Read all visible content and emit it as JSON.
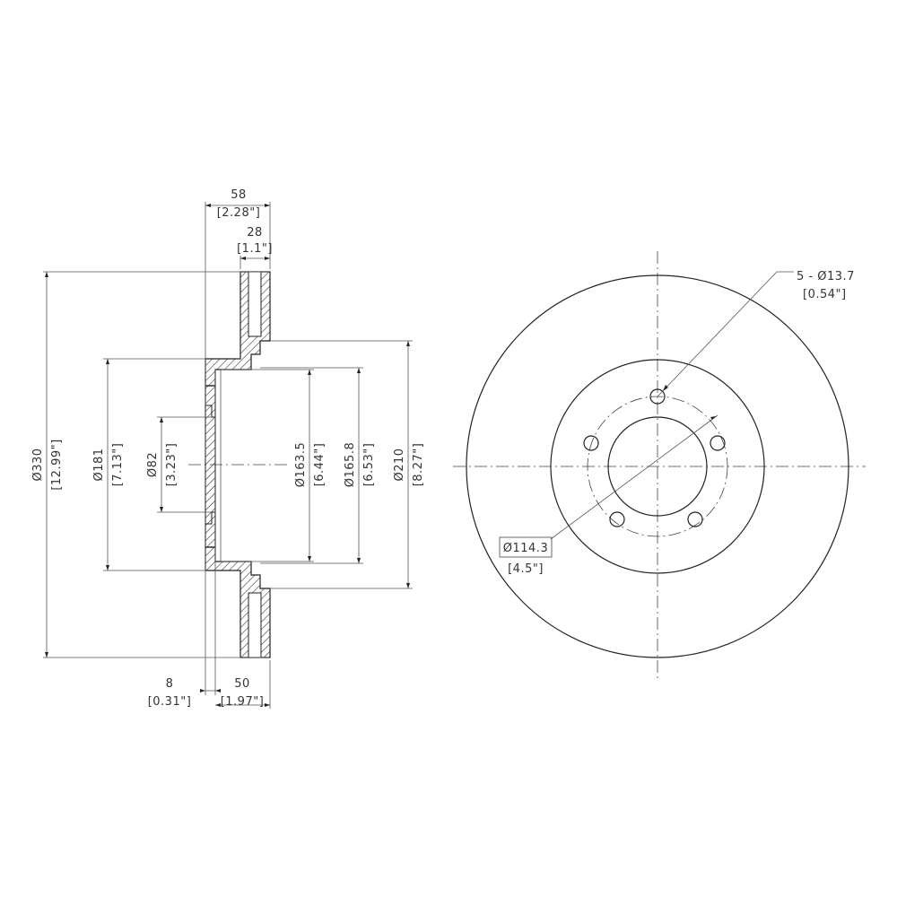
{
  "dimensions": {
    "total_width": {
      "mm": "58",
      "inch": "[2.28\"]"
    },
    "disc_thickness": {
      "mm": "28",
      "inch": "[1.1\"]"
    },
    "outer_diameter": {
      "mm": "Ø330",
      "inch": "[12.99\"]"
    },
    "hat_diameter": {
      "mm": "Ø181",
      "inch": "[7.13\"]"
    },
    "center_bore": {
      "mm": "Ø82",
      "inch": "[3.23\"]"
    },
    "inner_diameter_a": {
      "mm": "Ø163.5",
      "inch": "[6.44\"]"
    },
    "inner_diameter_b": {
      "mm": "Ø165.8",
      "inch": "[6.53\"]"
    },
    "friction_inner": {
      "mm": "Ø210",
      "inch": "[8.27\"]"
    },
    "hat_thickness": {
      "mm": "8",
      "inch": "[0.31\"]"
    },
    "hat_height": {
      "mm": "50",
      "inch": "[1.97\"]"
    },
    "bolt_holes": {
      "mm": "5 - Ø13.7",
      "inch": "[0.54\"]"
    },
    "bolt_circle": {
      "mm": "Ø114.3",
      "inch": "[4.5\"]"
    }
  },
  "colors": {
    "line": "#222222",
    "text": "#333333",
    "background": "#ffffff"
  },
  "views": [
    "section-view",
    "front-view"
  ],
  "bolt_hole_count": 5
}
